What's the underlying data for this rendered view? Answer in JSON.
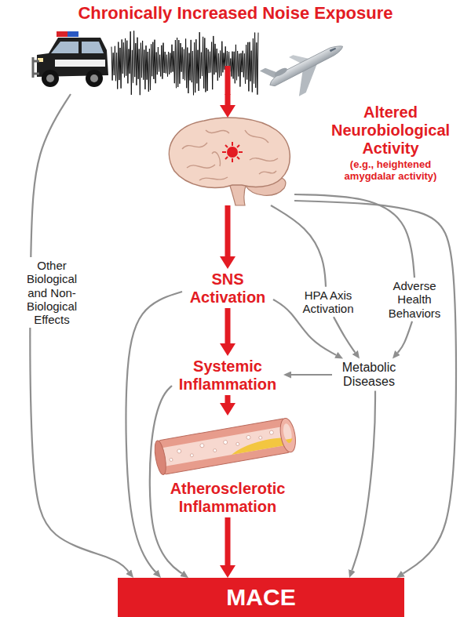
{
  "diagram": {
    "nodes": [
      {
        "text": [
          "Chronically Increased Noise Exposure"
        ]
      },
      {
        "text": [
          "Altered Neurobiological Activity",
          "(e.g., heightened amygdalar activity)"
        ]
      },
      {
        "text": [
          "SNS Activation"
        ]
      },
      {
        "text": [
          "HPA Axis Activation"
        ]
      },
      {
        "text": [
          "Adverse Health Behaviors"
        ]
      },
      {
        "text": [
          "Metabolic Diseases"
        ]
      },
      {
        "text": [
          "Systemic Inflammation"
        ]
      },
      {
        "text": [
          "Atherosclerotic Inflammation"
        ]
      },
      {
        "text": [
          "MACE"
        ]
      }
    ],
    "edges": [
      {
        "from": 0,
        "to": 1,
        "arrow": "to"
      },
      {
        "from": 0,
        "to": 8,
        "label": "Other Biological and Non-Biological Effects",
        "arrow": "to"
      },
      {
        "from": 1,
        "to": 2,
        "arrow": "to"
      },
      {
        "from": 1,
        "to": 3,
        "arrow": "none"
      },
      {
        "from": 1,
        "to": 4,
        "arrow": "none"
      },
      {
        "from": 1,
        "to": 8,
        "arrow": "to"
      },
      {
        "from": 2,
        "to": 6,
        "arrow": "to"
      },
      {
        "from": 2,
        "to": 5,
        "arrow": "to"
      },
      {
        "from": 2,
        "to": 8,
        "arrow": "to"
      },
      {
        "from": 3,
        "to": 5,
        "arrow": "to"
      },
      {
        "from": 4,
        "to": 5,
        "arrow": "to"
      },
      {
        "from": 5,
        "to": 6,
        "arrow": "to"
      },
      {
        "from": 5,
        "to": 8,
        "arrow": "to"
      },
      {
        "from": 6,
        "to": 7,
        "arrow": "to"
      },
      {
        "from": 6,
        "to": 8,
        "arrow": "to"
      },
      {
        "from": 7,
        "to": 8,
        "arrow": "to"
      }
    ]
  }
}
